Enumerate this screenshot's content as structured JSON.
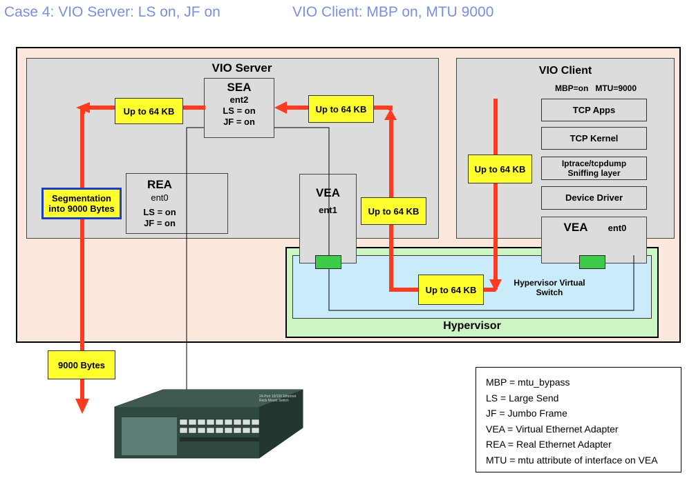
{
  "titles": {
    "left": "Case 4: VIO Server: LS on, JF on",
    "right": "VIO Client: MBP on, MTU 9000"
  },
  "vio_server": {
    "title": "VIO Server",
    "sea": {
      "name": "SEA",
      "dev": "ent2",
      "ls": "LS = on",
      "jf": "JF = on"
    },
    "rea": {
      "name": "REA",
      "dev": "ent0",
      "ls": "LS = on",
      "jf": "JF = on"
    },
    "vea": {
      "name": "VEA",
      "dev": "ent1"
    },
    "segmentation": "Segmentation into 9000 Bytes"
  },
  "vio_client": {
    "title": "VIO Client",
    "settings": "MBP=on   MTU=9000",
    "stack": [
      "TCP Apps",
      "TCP Kernel",
      "Iptrace/tcpdump Sniffing layer",
      "Device Driver"
    ],
    "vea": {
      "name": "VEA",
      "dev": "ent0"
    }
  },
  "hypervisor": {
    "title": "Hypervisor",
    "switch": "Hypervisor Virtual Switch"
  },
  "labels": {
    "up64_1": "Up to 64 KB",
    "up64_2": "Up to 64 KB",
    "up64_3": "Up to 64 KB",
    "up64_4": "Up to 64 KB",
    "up64_5": "Up to 64 KB",
    "bytes9000": "9000 Bytes"
  },
  "switch_device": {
    "label": "24-Port 10/100 Ethernet Rack Mount Switch"
  },
  "legend": [
    "MBP = mtu_bypass",
    "LS = Large Send",
    "JF = Jumbo Frame",
    "VEA = Virtual Ethernet Adapter",
    "REA = Real Ethernet Adapter",
    "MTU = mtu attribute of interface on VEA"
  ],
  "colors": {
    "arrow": "#ff3b1f",
    "label_fill": "#ffff2e",
    "title": "#7b8fe0",
    "outer_bg": "#fde8de",
    "hypervisor_bg": "#cdf5c4",
    "switch_bg": "#c9ebfa"
  }
}
